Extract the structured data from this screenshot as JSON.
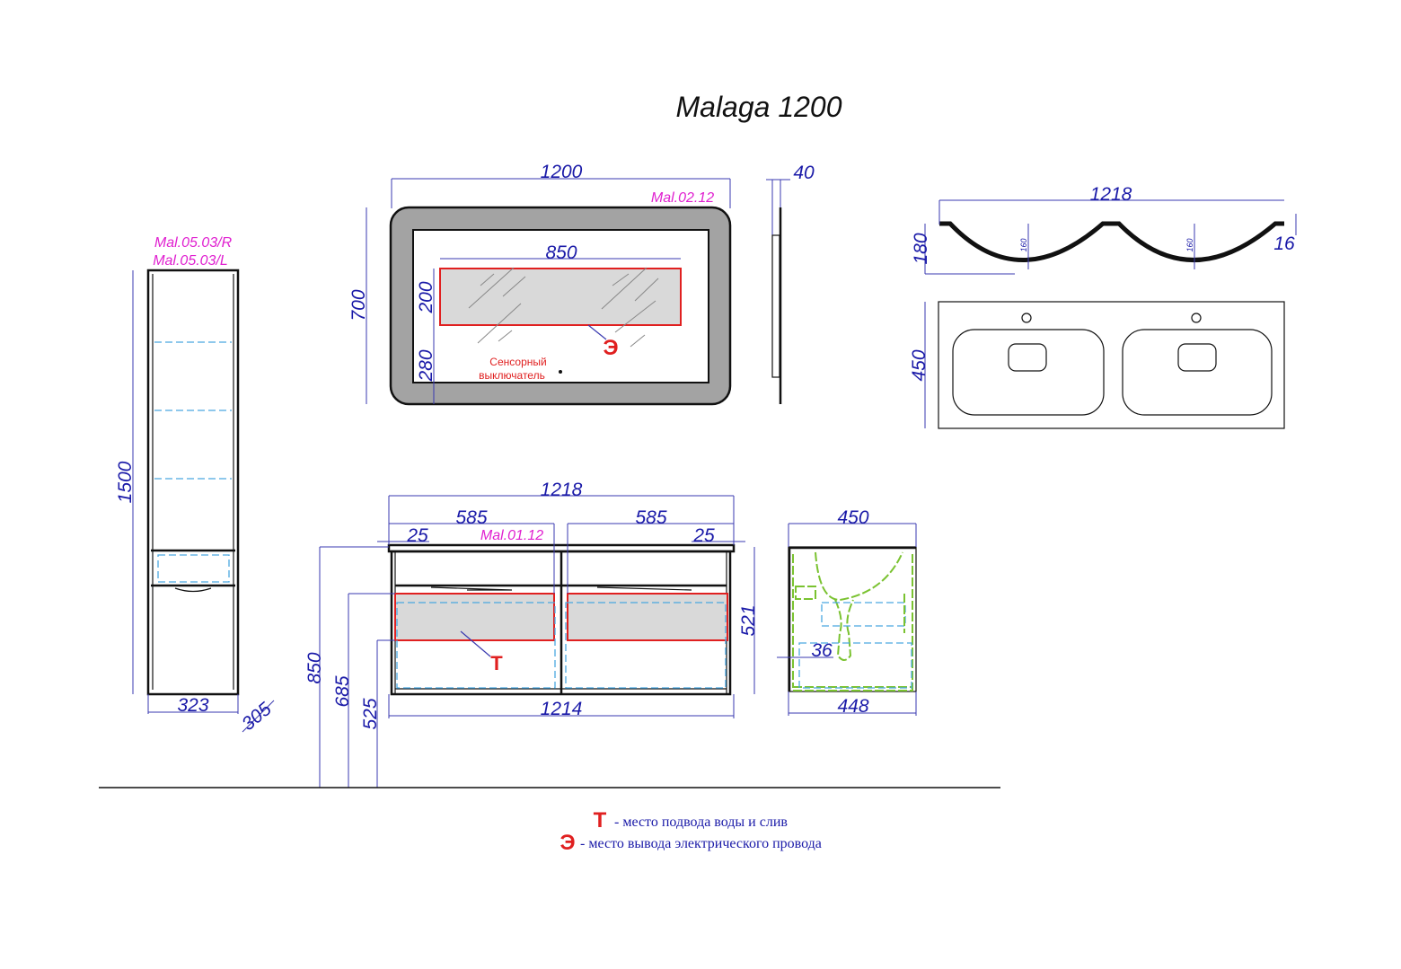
{
  "title": "Malaga 1200",
  "column": {
    "codes": [
      "Mal.05.03/R",
      "Mal.05.03/L"
    ],
    "height": "1500",
    "width": "323",
    "depth": "305"
  },
  "mirror": {
    "code": "Mal.02.12",
    "width": "1200",
    "height": "700",
    "depth": "40",
    "light_width": "850",
    "light_height": "200",
    "light_offset": "280",
    "switch_label_1": "Сенсорный",
    "switch_label_2": "выключатель",
    "mark": "Э"
  },
  "sink": {
    "width": "1218",
    "height": "180",
    "edge": "16",
    "bowl_depth_1": "160",
    "bowl_depth_2": "160",
    "depth": "450"
  },
  "vanity": {
    "code": "Mal.01.12",
    "width": "1218",
    "section_left": "585",
    "section_right": "585",
    "overhang_left": "25",
    "overhang_right": "25",
    "body_height": "521",
    "bottom_width": "1214",
    "height_total": "850",
    "height_upper": "685",
    "height_lower": "525",
    "mark": "T"
  },
  "vanity_side": {
    "depth_top": "450",
    "depth_bottom": "448",
    "offset": "36"
  },
  "legend": [
    {
      "mark": "Т",
      "text": "- место подвода воды и слив"
    },
    {
      "mark": "Э",
      "text": "-  место вывода электрического провода"
    }
  ]
}
